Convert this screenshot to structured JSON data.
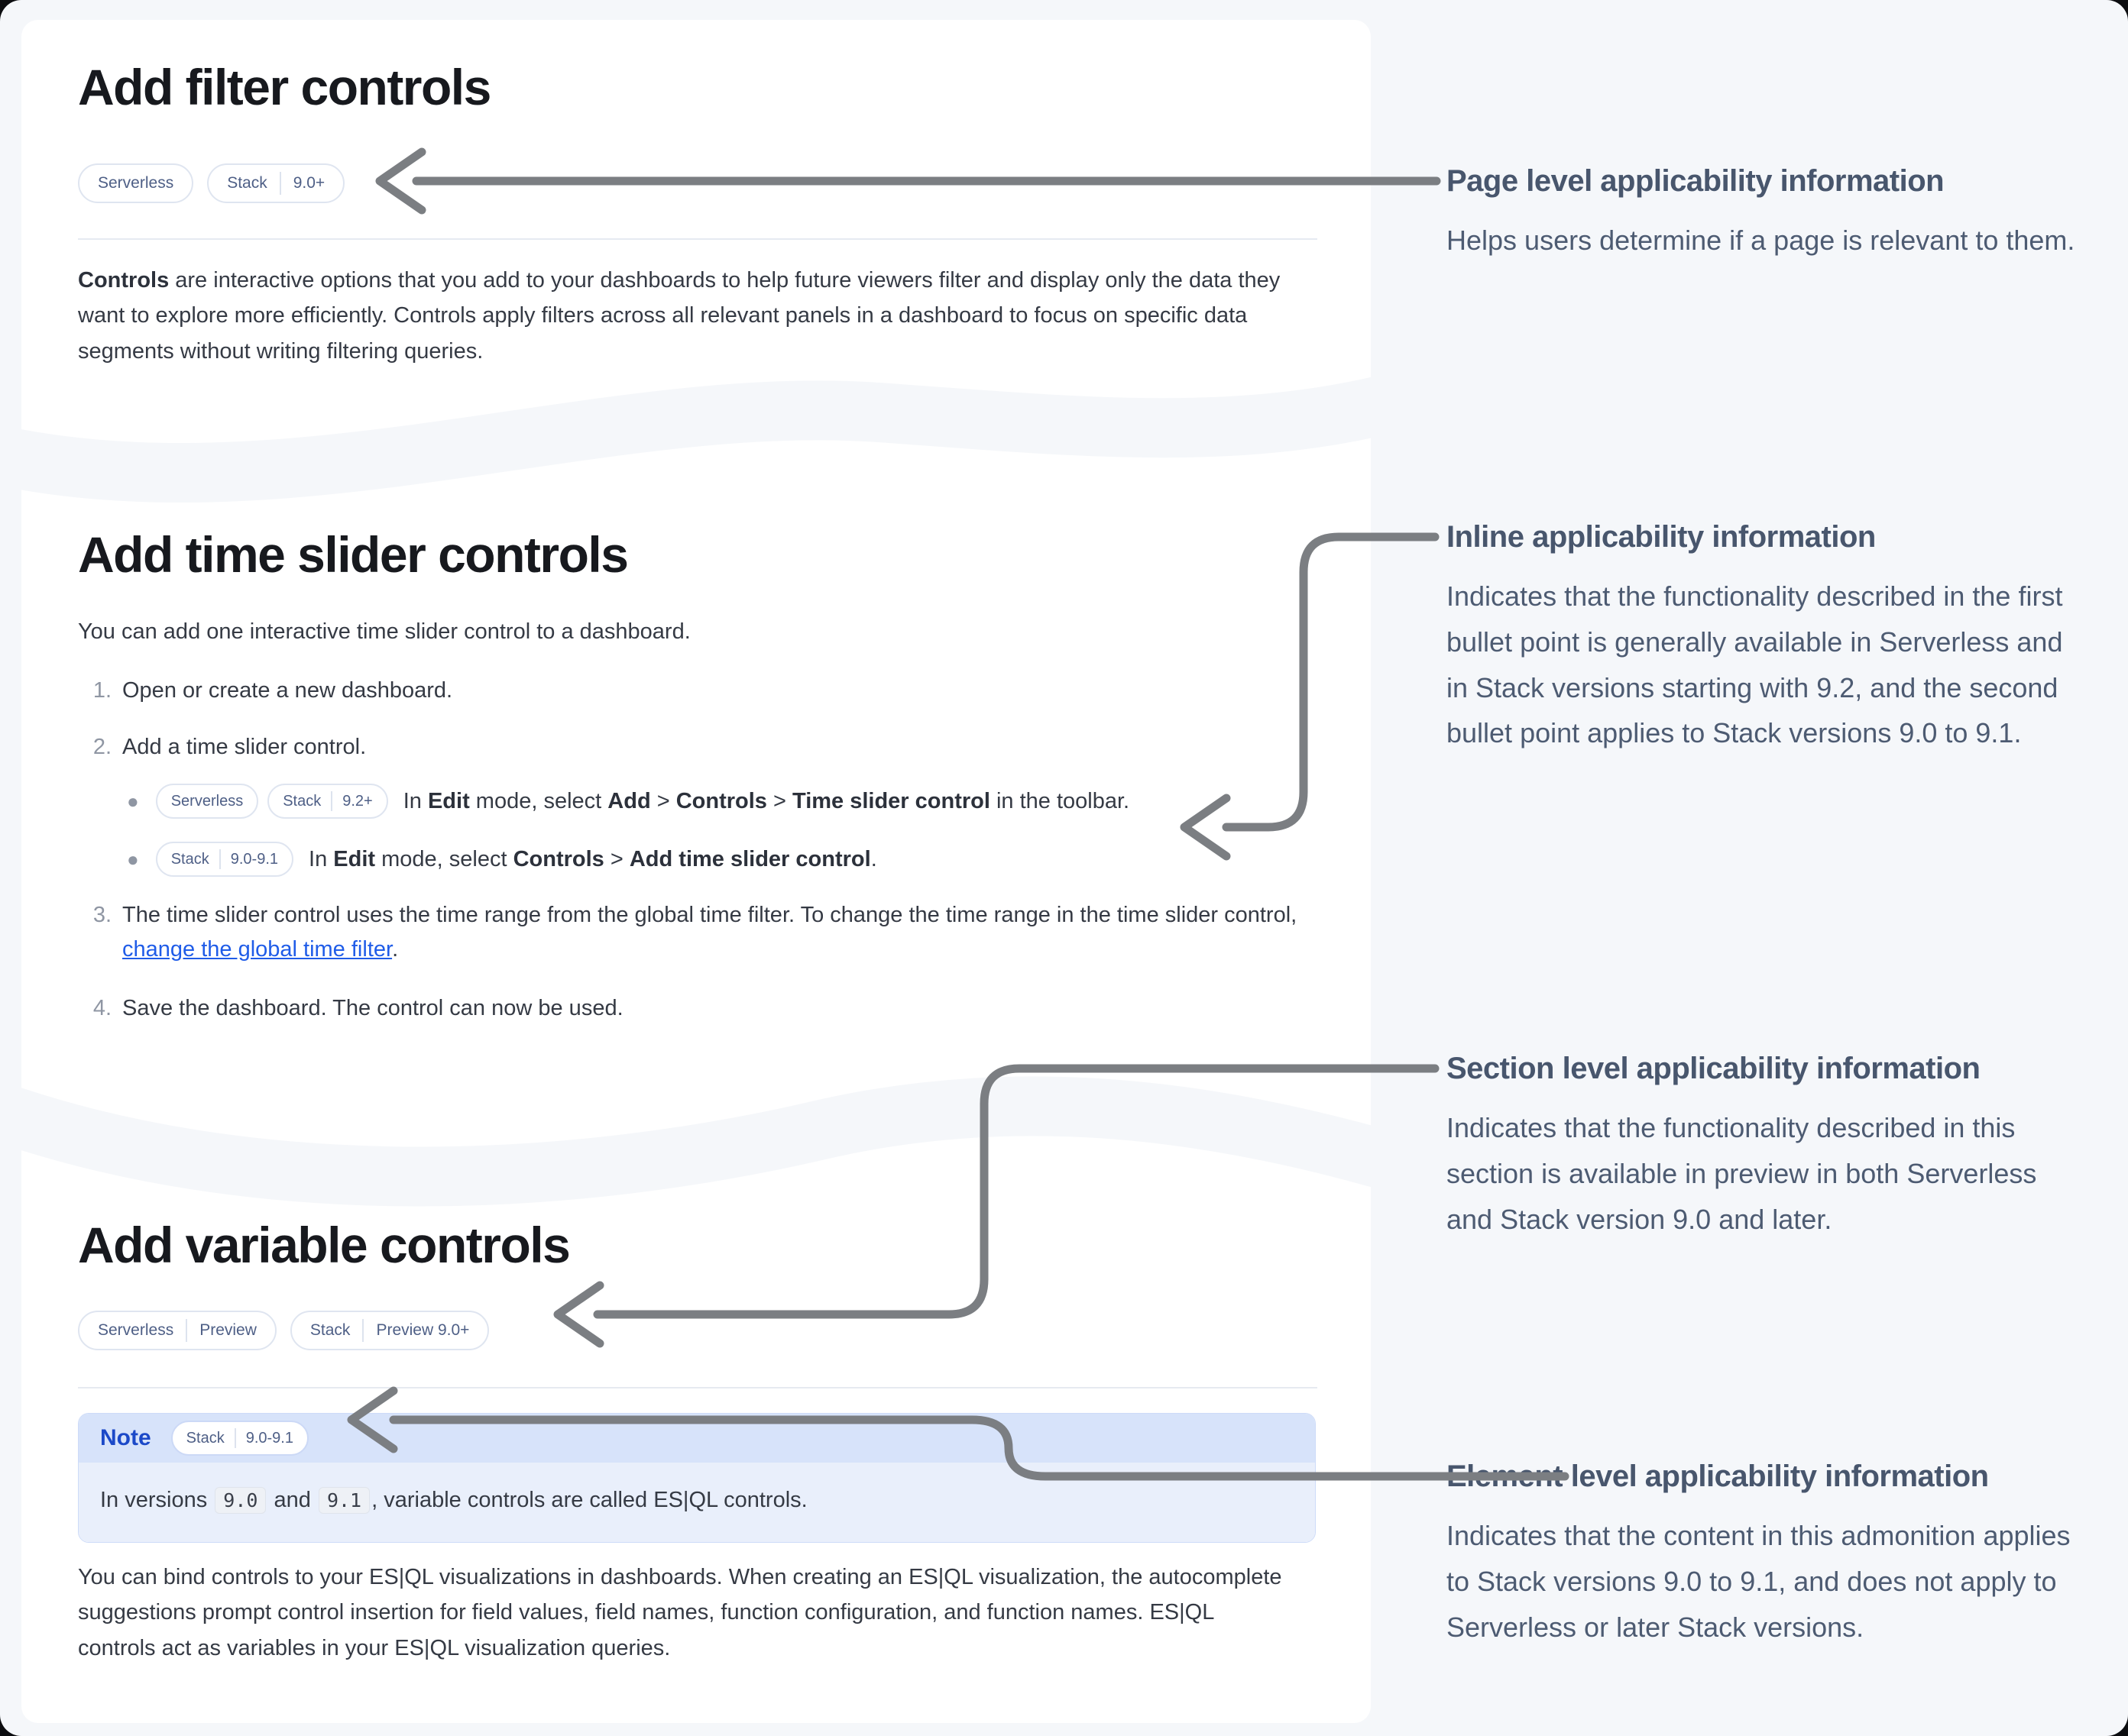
{
  "colors": {
    "page_background": "#f5f7fa",
    "card_background": "#ffffff",
    "heading_text": "#17191e",
    "body_text": "#353a44",
    "annotation_text": "#4d5b72",
    "badge_text": "#4e5f86",
    "link_blue": "#1f5ce8",
    "note_label_blue": "#1c49c8",
    "note_header_background": "#d7e3fa",
    "note_body_background": "#e9effb",
    "arrow_gray": "#7b7e82"
  },
  "s1": {
    "title": "Add filter controls",
    "badge_serverless": "Serverless",
    "badge_stack": "Stack",
    "badge_stack_version": "9.0+",
    "p_bold": "Controls",
    "p_rest": " are interactive options that you add to your dashboards to help future viewers filter and display only the data they want to explore more efficiently. Controls apply filters across all relevant panels in a dashboard to focus on specific data segments without writing filtering queries."
  },
  "s2": {
    "title": "Add time slider controls",
    "intro": "You can add one interactive time slider control to a dashboard.",
    "step1_num": "1.",
    "step1": "Open or create a new dashboard.",
    "step2_num": "2.",
    "step2": "Add a time slider control.",
    "bullet1": {
      "badge_serverless": "Serverless",
      "badge_stack": "Stack",
      "badge_stack_version": "9.2+",
      "t1": "In ",
      "b1": "Edit",
      "t2": " mode, select ",
      "b2": "Add",
      "t3": " > ",
      "b3": "Controls",
      "t4": " > ",
      "b4": "Time slider control",
      "t5": " in the toolbar."
    },
    "bullet2": {
      "badge_stack": "Stack",
      "badge_stack_version": "9.0-9.1",
      "t1": "In ",
      "b1": "Edit",
      "t2": " mode, select ",
      "b2": "Controls",
      "t3": " > ",
      "b3": "Add time slider control",
      "t4": "."
    },
    "step3_num": "3.",
    "step3": {
      "t1": "The time slider control uses the time range from the global time filter. To change the time range in the time slider control, ",
      "link": "change the global time filter",
      "t2": "."
    },
    "step4_num": "4.",
    "step4": "Save the dashboard. The control can now be used."
  },
  "s3": {
    "title": "Add variable controls",
    "badge1_serverless": "Serverless",
    "badge1_preview": "Preview",
    "badge2_stack": "Stack",
    "badge2_preview_version": "Preview 9.0+",
    "note": {
      "label": "Note",
      "badge_stack": "Stack",
      "badge_stack_version": "9.0-9.1",
      "t1": "In versions ",
      "code1": "9.0",
      "t2": " and ",
      "code2": "9.1",
      "t3": ", variable controls are called ES|QL controls."
    },
    "p": "You can bind controls to your ES|QL visualizations in dashboards. When creating an ES|QL visualization, the autocomplete suggestions prompt control insertion for field values, field names, function configuration, and function names. ES|QL controls act as variables in your ES|QL visualization queries."
  },
  "annotations": [
    {
      "heading": "Page level applicability information",
      "body": "Helps users determine if a page is relevant to them."
    },
    {
      "heading": "Inline applicability information",
      "body": "Indicates that the functionality described in the first bullet point is generally available in Serverless and in Stack versions starting with 9.2, and the second bullet point applies to Stack versions 9.0 to 9.1."
    },
    {
      "heading": "Section level applicability information",
      "body": "Indicates that the functionality described in this section is available in preview in both Serverless and Stack version 9.0 and later."
    },
    {
      "heading": "Element level applicability information",
      "body": "Indicates that the content in this admonition applies to Stack versions 9.0 to 9.1, and does not apply to Serverless or later Stack versions."
    }
  ]
}
